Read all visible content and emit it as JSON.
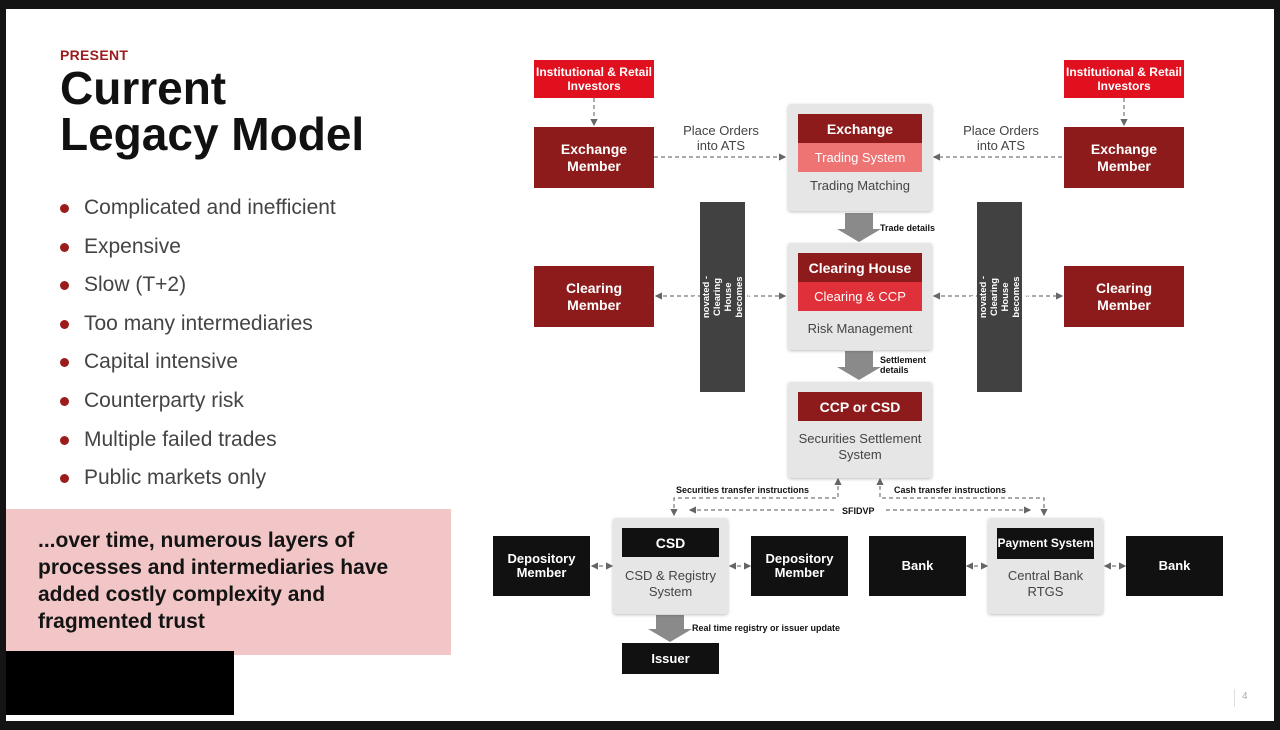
{
  "left": {
    "eyebrow": "PRESENT",
    "title_line1": "Current",
    "title_line2": "Legacy Model",
    "bullets": [
      "Complicated and inefficient",
      "Expensive",
      "Slow (T+2)",
      "Too many intermediaries",
      "Capital intensive",
      "Counterparty risk",
      "Multiple failed trades",
      "Public markets only"
    ],
    "callout": "...over time, numerous layers of processes and intermediaries have added costly complexity and fragmented trust"
  },
  "diagram": {
    "investors_left": "Institutional & Retail Investors",
    "investors_right": "Institutional & Retail Investors",
    "exchange_member_left": "Exchange Member",
    "exchange_member_right": "Exchange Member",
    "place_orders_left": "Place Orders into ATS",
    "place_orders_right": "Place Orders into ATS",
    "exchange": {
      "header": "Exchange",
      "sub": "Trading System",
      "caption": "Trading Matching"
    },
    "trade_details": "Trade details",
    "clearing_member_left": "Clearing Member",
    "clearing_member_right": "Clearing Member",
    "novation_left": "Trade novated - Clearing House becomes Counterparty",
    "novation_right": "Trade novated - Clearing House becomes Counterparty",
    "clearing_house": {
      "header": "Clearing House",
      "sub": "Clearing & CCP",
      "caption": "Risk Management"
    },
    "settlement_details": "Settlement details",
    "ccp_csd": {
      "header": "CCP or CSD",
      "caption": "Securities Settlement System"
    },
    "securities_transfer": "Securities transfer instructions",
    "cash_transfer": "Cash transfer instructions",
    "sfidvp": "SFIDVP",
    "depository_member_left": "Depository Member",
    "depository_member_right": "Depository Member",
    "csd": {
      "header": "CSD",
      "caption": "CSD & Registry System"
    },
    "bank_left": "Bank",
    "bank_right": "Bank",
    "payment": {
      "header": "Payment System",
      "caption": "Central Bank RTGS"
    },
    "realtime": "Real time registry or issuer update",
    "issuer": "Issuer"
  },
  "page_number": "4",
  "colors": {
    "dark_red": "#8e1b1b",
    "bright_red": "#e0101f",
    "light_red": "#ee7474",
    "pink": "#f2c6c6",
    "black": "#111111",
    "panel_gray": "#e6e6e6",
    "bar_gray": "#414141"
  }
}
